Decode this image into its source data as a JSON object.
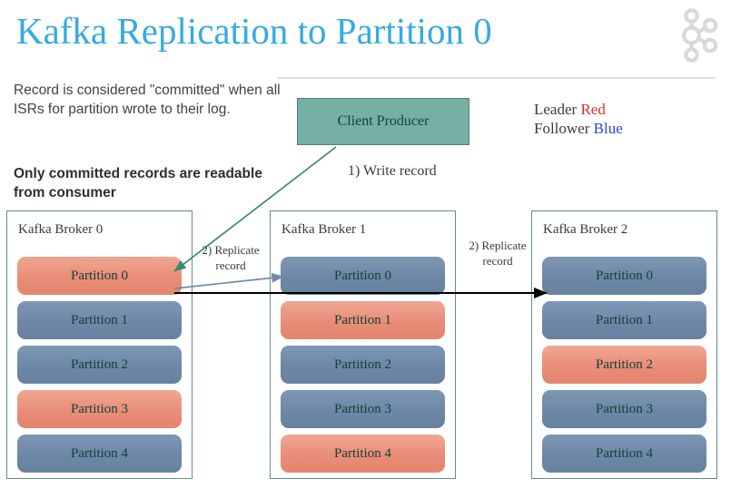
{
  "slide": {
    "title": "Kafka Replication to Partition 0",
    "logo_icon": "kafka-logo-icon"
  },
  "description": {
    "paragraph": "Record is considered \"committed\" when all ISRs for partition wrote to their log.",
    "emphasis": "Only committed records are readable from consumer"
  },
  "producer": {
    "label": "Client Producer"
  },
  "legend": {
    "leader_label": "Leader",
    "leader_color_word": "Red",
    "leader_color": "#e03020",
    "follower_label": "Follower",
    "follower_color_word": "Blue",
    "follower_color": "#2b3fe0"
  },
  "arrows": {
    "write_label": "1) Write record",
    "replicate_label_1": "2) Replicate record",
    "replicate_label_2": "2) Replicate record",
    "producer_arrow_color": "#3f8377",
    "replicate_arrow_color": "#7289ad",
    "replicate_arrow_color_2": "#000000"
  },
  "brokers": [
    {
      "name": "Kafka Broker 0",
      "partitions": [
        {
          "label": "Partition 0",
          "role": "leader"
        },
        {
          "label": "Partition 1",
          "role": "follower"
        },
        {
          "label": "Partition 2",
          "role": "follower"
        },
        {
          "label": "Partition 3",
          "role": "leader"
        },
        {
          "label": "Partition 4",
          "role": "follower"
        }
      ]
    },
    {
      "name": "Kafka Broker 1",
      "partitions": [
        {
          "label": "Partition 0",
          "role": "follower"
        },
        {
          "label": "Partition 1",
          "role": "leader"
        },
        {
          "label": "Partition 2",
          "role": "follower"
        },
        {
          "label": "Partition 3",
          "role": "follower"
        },
        {
          "label": "Partition 4",
          "role": "leader"
        }
      ]
    },
    {
      "name": "Kafka Broker 2",
      "partitions": [
        {
          "label": "Partition 0",
          "role": "follower"
        },
        {
          "label": "Partition 1",
          "role": "follower"
        },
        {
          "label": "Partition 2",
          "role": "leader"
        },
        {
          "label": "Partition 3",
          "role": "follower"
        },
        {
          "label": "Partition 4",
          "role": "follower"
        }
      ]
    }
  ],
  "colors": {
    "title": "#36aae2",
    "leader_fill": "#e88d77",
    "follower_fill": "#6d87a6",
    "broker_border": "#5f9187",
    "producer_fill": "#76b0a4",
    "partition_text": "#13403a"
  }
}
